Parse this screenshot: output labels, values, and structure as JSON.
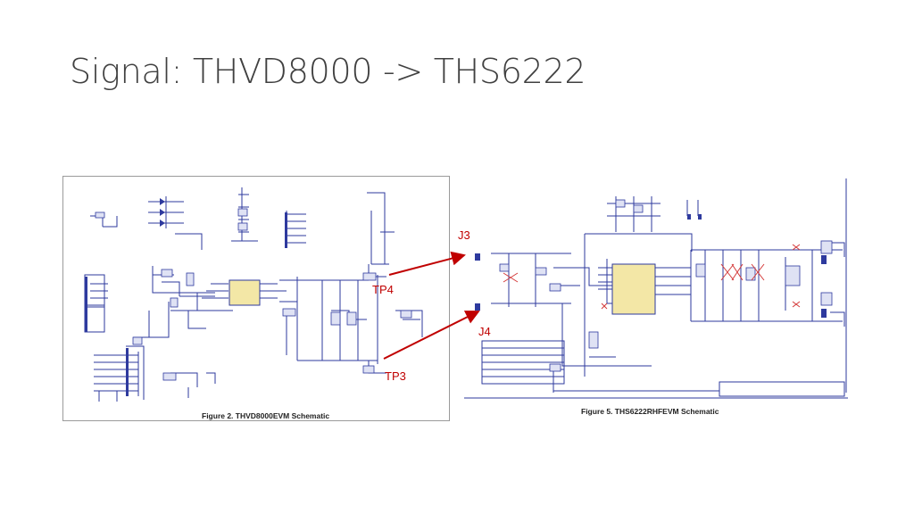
{
  "slide": {
    "title": "Signal: THVD8000 -> THS6222"
  },
  "figures": {
    "left_caption": "Figure 2. THVD8000EVM Schematic",
    "right_caption": "Figure 5. THS6222RHFEVM Schematic"
  },
  "callouts": {
    "j3": "J3",
    "tp4": "TP4",
    "j4": "J4",
    "tp3": "TP3"
  },
  "colors": {
    "wire": "#2e3a9e",
    "ic_fill": "#f3e7a6",
    "callout": "#c00000",
    "title": "#404040"
  }
}
